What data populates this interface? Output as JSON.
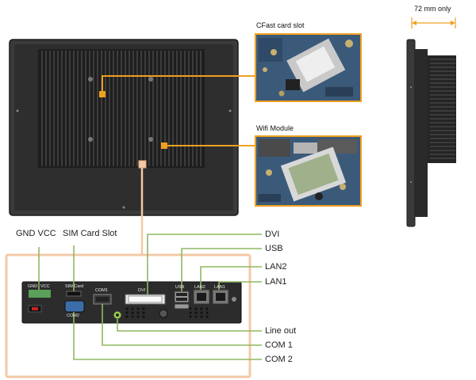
{
  "callouts": {
    "cfast": "CFast card slot",
    "wifi": "Wifi Module",
    "side_dimension": "72 mm only"
  },
  "connector_labels": {
    "left_top_1": "GND VCC",
    "left_top_2": "SIM Card Slot",
    "right": [
      "DVI",
      "USB",
      "LAN2",
      "LAN1",
      "Line out",
      "COM 1",
      "COM 2"
    ]
  },
  "panel_silkscreen": {
    "gnd": "GND",
    "vcc": "VCC",
    "sim": "SIM Card",
    "com1": "COM1",
    "com2": "COM2",
    "dvi": "DVI",
    "usb": "USB",
    "lan2": "LAN2",
    "lan1": "LAN1"
  },
  "colors": {
    "accent_orange": "#f0a020",
    "frame_orange": "#f3c9a6",
    "lead_green": "#8fb860",
    "chassis": "#2a2a2a",
    "board_blue": "#3b5a7a"
  }
}
